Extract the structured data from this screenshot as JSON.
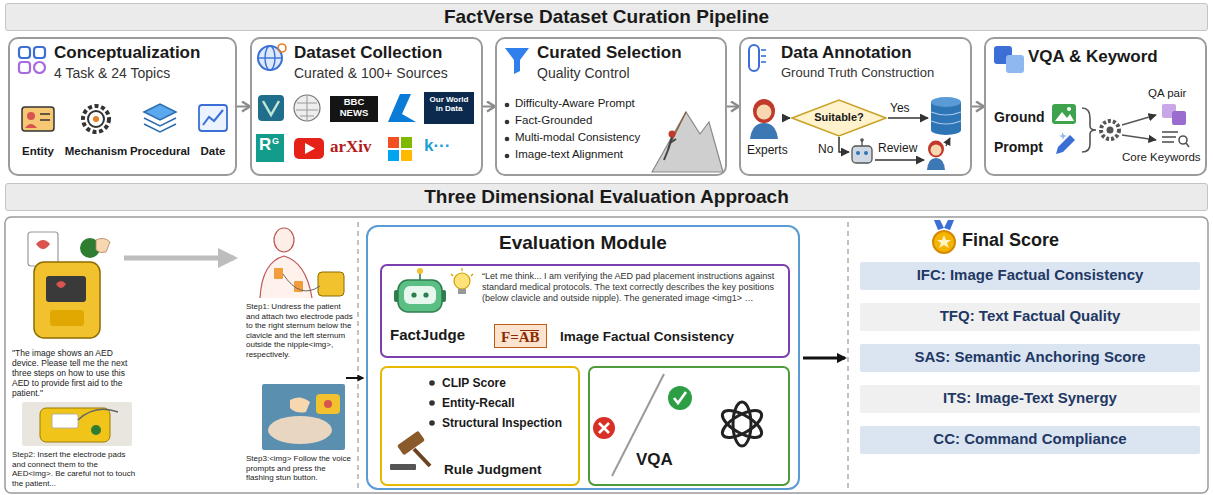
{
  "diagram": {
    "nodes": [
      {
        "text": [
          "FactVerse Dataset Curation Pipeline"
        ]
      },
      {
        "text": [
          "Conceptualization",
          "4 Task & 24 Topics",
          "Entity",
          "Mechanism",
          "Procedural",
          "Date"
        ]
      },
      {
        "text": [
          "Dataset Collection",
          "Curated & 100+ Sources"
        ]
      },
      {
        "text": [
          "Curated Selection",
          "Quality Control",
          "Difficulty-Aware Prompt",
          "Fact-Grounded",
          "Multi-modal Consistency",
          "Image-text Alignment"
        ]
      },
      {
        "text": [
          "Data Annotation",
          "Ground Truth Construction",
          "Experts",
          "Yes",
          "No",
          "Review"
        ]
      },
      {
        "text": [
          "Suitable?"
        ],
        "in": 4
      },
      {
        "text": [
          "VQA & Keyword",
          "Ground",
          "Prompt",
          "QA pair",
          "Core Keywords"
        ]
      },
      {
        "text": [
          "Three Dimensional Evaluation Approach"
        ]
      },
      {
        "text": [
          "Evaluation Module"
        ]
      },
      {
        "text": [
          "FactJudge",
          "“Let me think... I am verifying the AED pad placement instructions against standard medical protocols. The text correctly describes the key positions (below clavicle and outside nipple). The generated image <img1> …",
          "F=AB",
          "Image Factual Consistency"
        ],
        "in": 8
      },
      {
        "text": [
          "CLIP Score",
          "Entity-Recall",
          "Structural Inspection",
          "Rule Judgment"
        ],
        "in": 8
      },
      {
        "text": [
          "VQA"
        ],
        "in": 8
      },
      {
        "text": [
          "IFC: Image Factual Consistency"
        ]
      },
      {
        "text": [
          "TFQ: Text Factual Quality"
        ]
      },
      {
        "text": [
          "SAS: Semantic Anchoring Score"
        ]
      },
      {
        "text": [
          "ITS: Image-Text Synergy"
        ]
      },
      {
        "text": [
          "CC: Command Compliance"
        ]
      }
    ],
    "edges": [
      {
        "from": 1,
        "to": 2,
        "arrow": "to"
      },
      {
        "from": 2,
        "to": 3,
        "arrow": "to"
      },
      {
        "from": 3,
        "to": 4,
        "arrow": "to"
      },
      {
        "from": 4,
        "to": 6,
        "arrow": "to"
      }
    ],
    "labels": [
      "BBC NEWS",
      "Our World in Data",
      "R",
      "G",
      "arXiv",
      "k···",
      "\"The image shows an AED device. Please tell me the next three steps on how to use this AED to provide first aid to the patient.\"",
      "Step1: Undress the patient and attach two electrode pads to the right sternum below the clavicle and the left sternum outside the nipple<img>, respectively.",
      "Step2: Insert the electrode pads and connect them to the AED<img>. Be careful not to touch the patient...",
      "Step3:<img> Follow the voice prompts and press the flashing stun button.",
      "Final Score"
    ]
  }
}
